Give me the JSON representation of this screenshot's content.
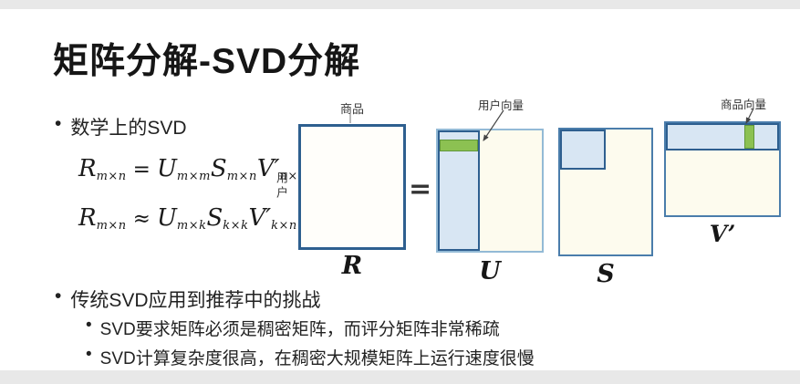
{
  "colors": {
    "border_dark": "#2e5f8f",
    "border_mid": "#4a7dab",
    "border_light": "#93bad6",
    "fill_blue": "#d8e6f3",
    "fill_cream": "#fdfbee",
    "green": "#8cc152",
    "green_border": "#61973a"
  },
  "slide": {
    "title": "矩阵分解-SVD分解",
    "bullet_char": "•",
    "section_math": {
      "heading": "数学上的SVD",
      "formula_exact": {
        "r": "R",
        "r_sub": "m×n",
        "op": "=",
        "u": "U",
        "u_sub": "m×m",
        "s": "S",
        "s_sub": "m×n",
        "v": "V′",
        "v_sub": "n×n"
      },
      "formula_approx": {
        "r": "R",
        "r_sub": "m×n",
        "op": "≈",
        "u": "U",
        "u_sub": "m×k",
        "s": "S",
        "s_sub": "k×k",
        "v": "V′",
        "v_sub": "k×n"
      }
    },
    "diagram": {
      "col_label": "商品",
      "row_label": "用户",
      "equals": "=",
      "r_label": "R",
      "u_label": "U",
      "s_label": "S",
      "v_label": "V’",
      "user_vector_label": "用户向量",
      "item_vector_label": "商品向量"
    },
    "section_challenges": {
      "heading": "传统SVD应用到推荐中的挑战",
      "items": [
        "SVD要求矩阵必须是稠密矩阵，而评分矩阵非常稀疏",
        "SVD计算复杂度很高，在稠密大规模矩阵上运行速度很慢"
      ]
    }
  }
}
